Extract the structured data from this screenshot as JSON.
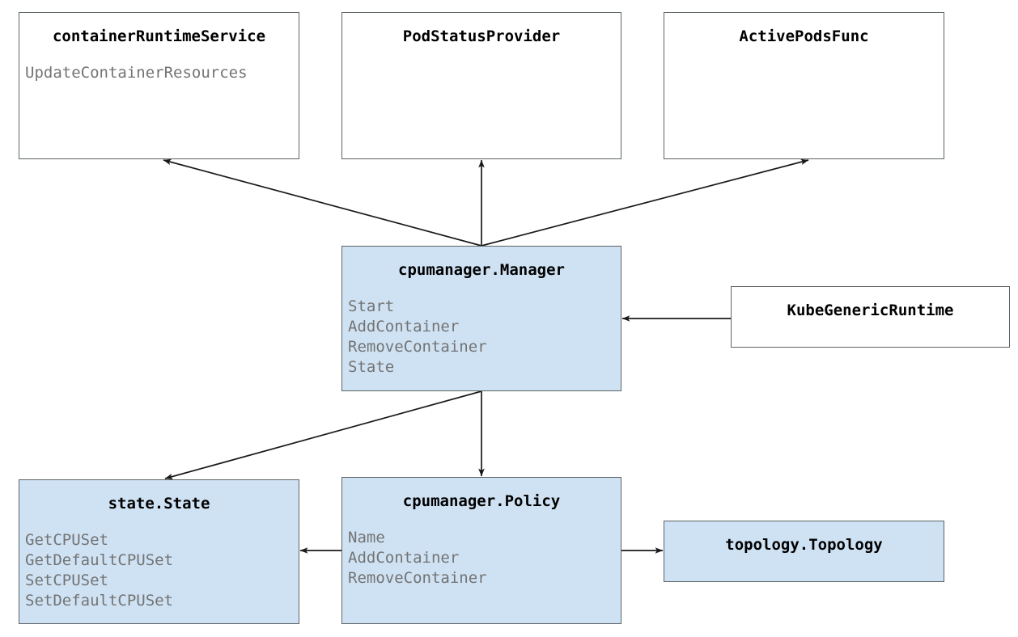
{
  "diagram": {
    "type": "uml-class-diagram",
    "colors": {
      "node_fill_highlight": "#cfe2f3",
      "node_fill_plain": "#ffffff",
      "node_border": "#5d6466",
      "title_text": "#000000",
      "method_text": "#737373",
      "edge_stroke": "#1a1a1a",
      "background": "#ffffff"
    },
    "nodes": [
      {
        "id": "containerRuntimeService",
        "title": "containerRuntimeService",
        "methods": [
          "UpdateContainerResources"
        ],
        "filled": false
      },
      {
        "id": "podStatusProvider",
        "title": "PodStatusProvider",
        "methods": [],
        "filled": false
      },
      {
        "id": "activePodsFunc",
        "title": "ActivePodsFunc",
        "methods": [],
        "filled": false
      },
      {
        "id": "cpumanagerManager",
        "title": "cpumanager.Manager",
        "methods": [
          "Start",
          "AddContainer",
          "RemoveContainer",
          "State"
        ],
        "filled": true
      },
      {
        "id": "kubeGenericRuntime",
        "title": "KubeGenericRuntime",
        "methods": [],
        "filled": false
      },
      {
        "id": "stateState",
        "title": "state.State",
        "methods": [
          "GetCPUSet",
          "GetDefaultCPUSet",
          "SetCPUSet",
          "SetDefaultCPUSet"
        ],
        "filled": true
      },
      {
        "id": "cpumanagerPolicy",
        "title": "cpumanager.Policy",
        "methods": [
          "Name",
          "AddContainer",
          "RemoveContainer"
        ],
        "filled": true
      },
      {
        "id": "topologyTopology",
        "title": "topology.Topology",
        "methods": [],
        "filled": true
      }
    ],
    "edges": [
      {
        "id": "manager-to-containerRuntimeService",
        "from": "cpumanagerManager",
        "to": "containerRuntimeService",
        "label": ""
      },
      {
        "id": "manager-to-podStatusProvider",
        "from": "cpumanagerManager",
        "to": "podStatusProvider",
        "label": ""
      },
      {
        "id": "manager-to-activePodsFunc",
        "from": "cpumanagerManager",
        "to": "activePodsFunc",
        "label": ""
      },
      {
        "id": "kubeGenericRuntime-to-manager",
        "from": "kubeGenericRuntime",
        "to": "cpumanagerManager",
        "label": ""
      },
      {
        "id": "manager-to-stateState",
        "from": "cpumanagerManager",
        "to": "stateState",
        "label": ""
      },
      {
        "id": "manager-to-policy",
        "from": "cpumanagerManager",
        "to": "cpumanagerPolicy",
        "label": ""
      },
      {
        "id": "policy-to-stateState",
        "from": "cpumanagerPolicy",
        "to": "stateState",
        "label": ""
      },
      {
        "id": "policy-to-topology",
        "from": "cpumanagerPolicy",
        "to": "topologyTopology",
        "label": ""
      }
    ]
  }
}
